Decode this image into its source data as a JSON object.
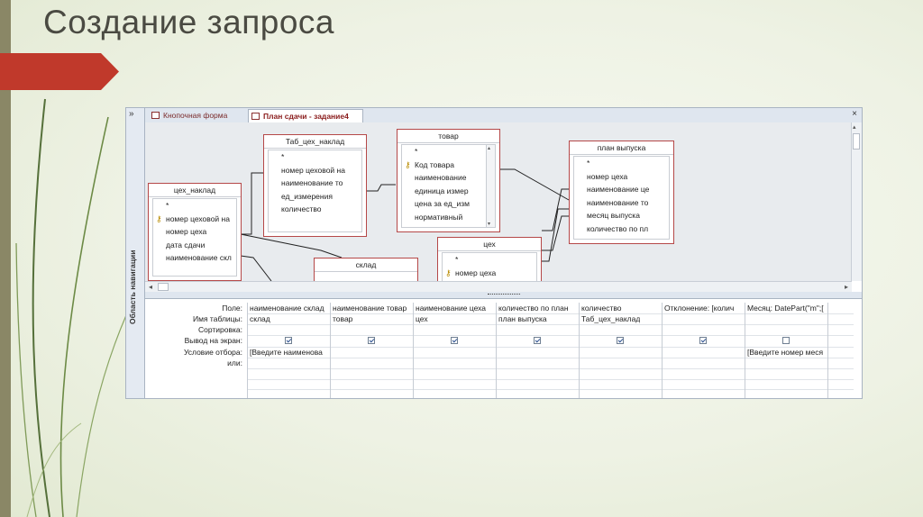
{
  "slide": {
    "title": "Создание запроса"
  },
  "nav_pane": {
    "collapse_glyph": "»",
    "label": "Область навигации"
  },
  "tabs": [
    {
      "label": "Кнопочная форма",
      "icon": "form-icon",
      "active": false
    },
    {
      "label": "План сдачи - задание4",
      "icon": "query-icon",
      "active": true
    }
  ],
  "tab_close_glyph": "×",
  "tables": [
    {
      "name": "Таб_цех_наклад",
      "fields": [
        "*",
        "номер цеховой на",
        "наименование то",
        "ед_измерения",
        "количество"
      ],
      "key_index": -1
    },
    {
      "name": "товар",
      "fields": [
        "*",
        "Код товара",
        "наименование",
        "единица измер",
        "цена за ед_изм",
        "нормативный"
      ],
      "key_index": 1
    },
    {
      "name": "план выпуска",
      "fields": [
        "*",
        "номер цеха",
        "наименование це",
        "наименование то",
        "месяц выпуска",
        "количество по пл"
      ],
      "key_index": -1
    },
    {
      "name": "цех_наклад",
      "fields": [
        "*",
        "номер цеховой на",
        "номер цеха",
        "дата сдачи",
        "наименование скл"
      ],
      "key_index": 1
    },
    {
      "name": "цех",
      "fields": [
        "*",
        "номер цеха"
      ],
      "key_index": 1
    },
    {
      "name": "склад",
      "fields": [],
      "key_index": -1
    }
  ],
  "grid": {
    "row_labels": [
      "Поле:",
      "Имя таблицы:",
      "Сортировка:",
      "Вывод на экран:",
      "Условие отбора:",
      "или:"
    ],
    "columns": [
      {
        "field": "наименование склад",
        "table": "склад",
        "sort": "",
        "show": true,
        "criteria": "[Введите наименова"
      },
      {
        "field": "наименование товар",
        "table": "товар",
        "sort": "",
        "show": true,
        "criteria": ""
      },
      {
        "field": "наименование цеха",
        "table": "цех",
        "sort": "",
        "show": true,
        "criteria": ""
      },
      {
        "field": "количество по план",
        "table": "план выпуска",
        "sort": "",
        "show": true,
        "criteria": ""
      },
      {
        "field": "количество",
        "table": "Таб_цех_наклад",
        "sort": "",
        "show": true,
        "criteria": ""
      },
      {
        "field": "Отклонение: [колич",
        "table": "",
        "sort": "",
        "show": true,
        "criteria": ""
      },
      {
        "field": "Месяц: DatePart(\"m\";[",
        "table": "",
        "sort": "",
        "show": false,
        "criteria": "[Введите номер меся"
      }
    ]
  },
  "scroll_glyphs": {
    "left": "◂",
    "right": "▸",
    "up": "▴",
    "down": "▾"
  },
  "colors": {
    "accent_red": "#c0392b",
    "table_border": "#b54848",
    "title": "#4a4a42"
  }
}
